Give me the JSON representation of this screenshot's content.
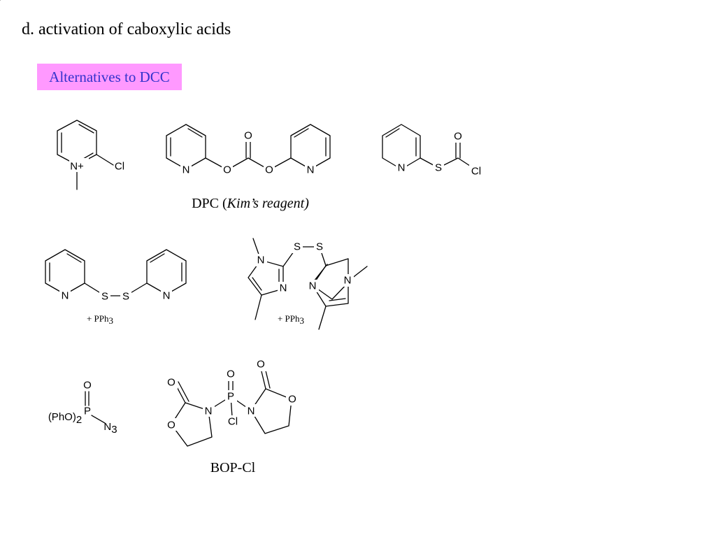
{
  "title": "d. activation of caboxylic acids",
  "callout": "Alternatives to DCC",
  "atoms": {
    "N": "N",
    "N_plus": "N+",
    "Cl": "Cl",
    "O": "O",
    "S": "S",
    "P": "P",
    "PhO2": "(PhO)",
    "two": "2",
    "N3": "N",
    "three": "3"
  },
  "labels": {
    "dpc": "DPC (",
    "dpc_italic": "Kim’s reagent)",
    "pph3": "+ PPh",
    "pph3_sub": "3",
    "bopcl": "BOP-Cl"
  }
}
